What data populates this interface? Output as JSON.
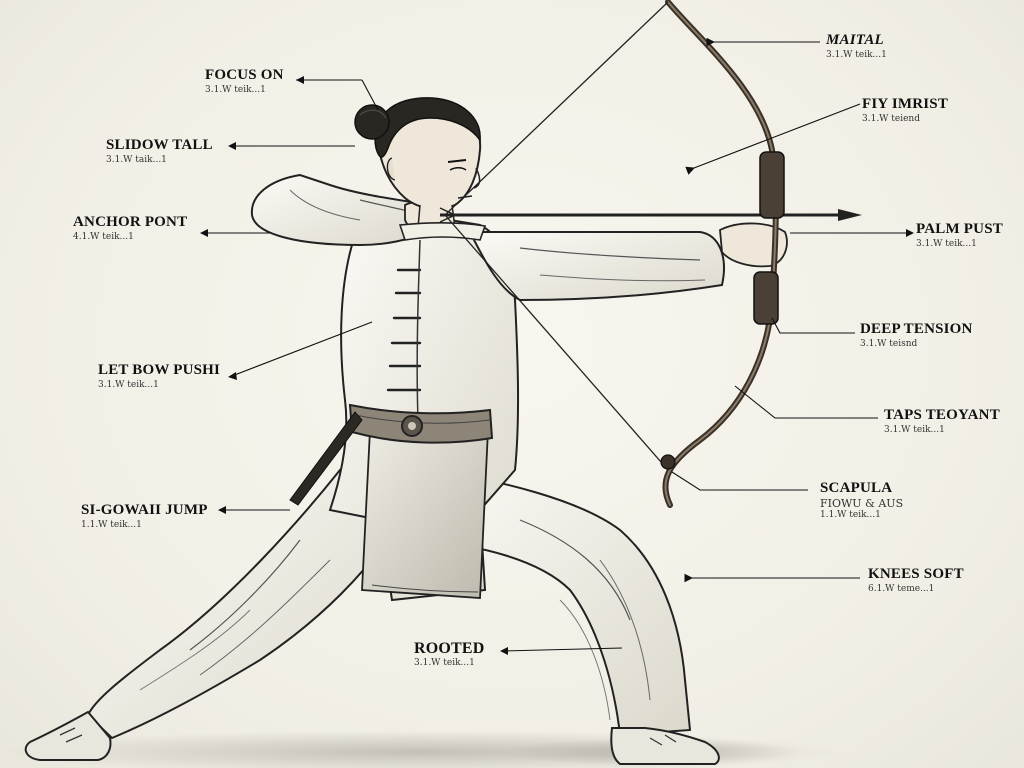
{
  "annotations": [
    {
      "id": "martial",
      "title": "MAITAL",
      "sub": "3.1.W teik...1"
    },
    {
      "id": "focus-on",
      "title": "FOCUS ON",
      "sub": "3.1.W teik...1"
    },
    {
      "id": "fly-wrist",
      "title": "FIY IMRIST",
      "sub": "3.1.W teiend"
    },
    {
      "id": "slidow-tall",
      "title": "SLIDOW TALL",
      "sub": "3.1.W taik...1"
    },
    {
      "id": "anchor-point",
      "title": "ANCHOR PONT",
      "sub": "4.1.W teik...1"
    },
    {
      "id": "palm-push",
      "title": "PALM PUST",
      "sub": "3.1.W teik...1"
    },
    {
      "id": "deep-tension",
      "title": "DEEP TENSION",
      "sub": "3.1.W teisnd"
    },
    {
      "id": "let-bow-push",
      "title": "LET BOW PUSHI",
      "sub": "3.1.W teik...1"
    },
    {
      "id": "taps-teoyant",
      "title": "TAPS TEOYANT",
      "sub": "3.1.W teik...1"
    },
    {
      "id": "scapula",
      "title": "SCAPULA",
      "sub2": "FIOWU & AUS",
      "sub": "1.1.W teik...1"
    },
    {
      "id": "sidewall-jump",
      "title": "SI-GOWAII JUMP",
      "sub": "1.1.W teik...1"
    },
    {
      "id": "knees-soft",
      "title": "KNEES SOFT",
      "sub": "6.1.W teme...1"
    },
    {
      "id": "rooted",
      "title": "ROOTED",
      "sub": "3.1.W teik...1"
    }
  ],
  "colors": {
    "ink": "#111111",
    "paper": "#f4f2ea",
    "garment": "#f7f5ee",
    "shadow": "#c9c5b8",
    "bow": "#3a3128"
  },
  "icons": {
    "arrowhead": "arrowhead-icon",
    "leader": "leader-line"
  }
}
